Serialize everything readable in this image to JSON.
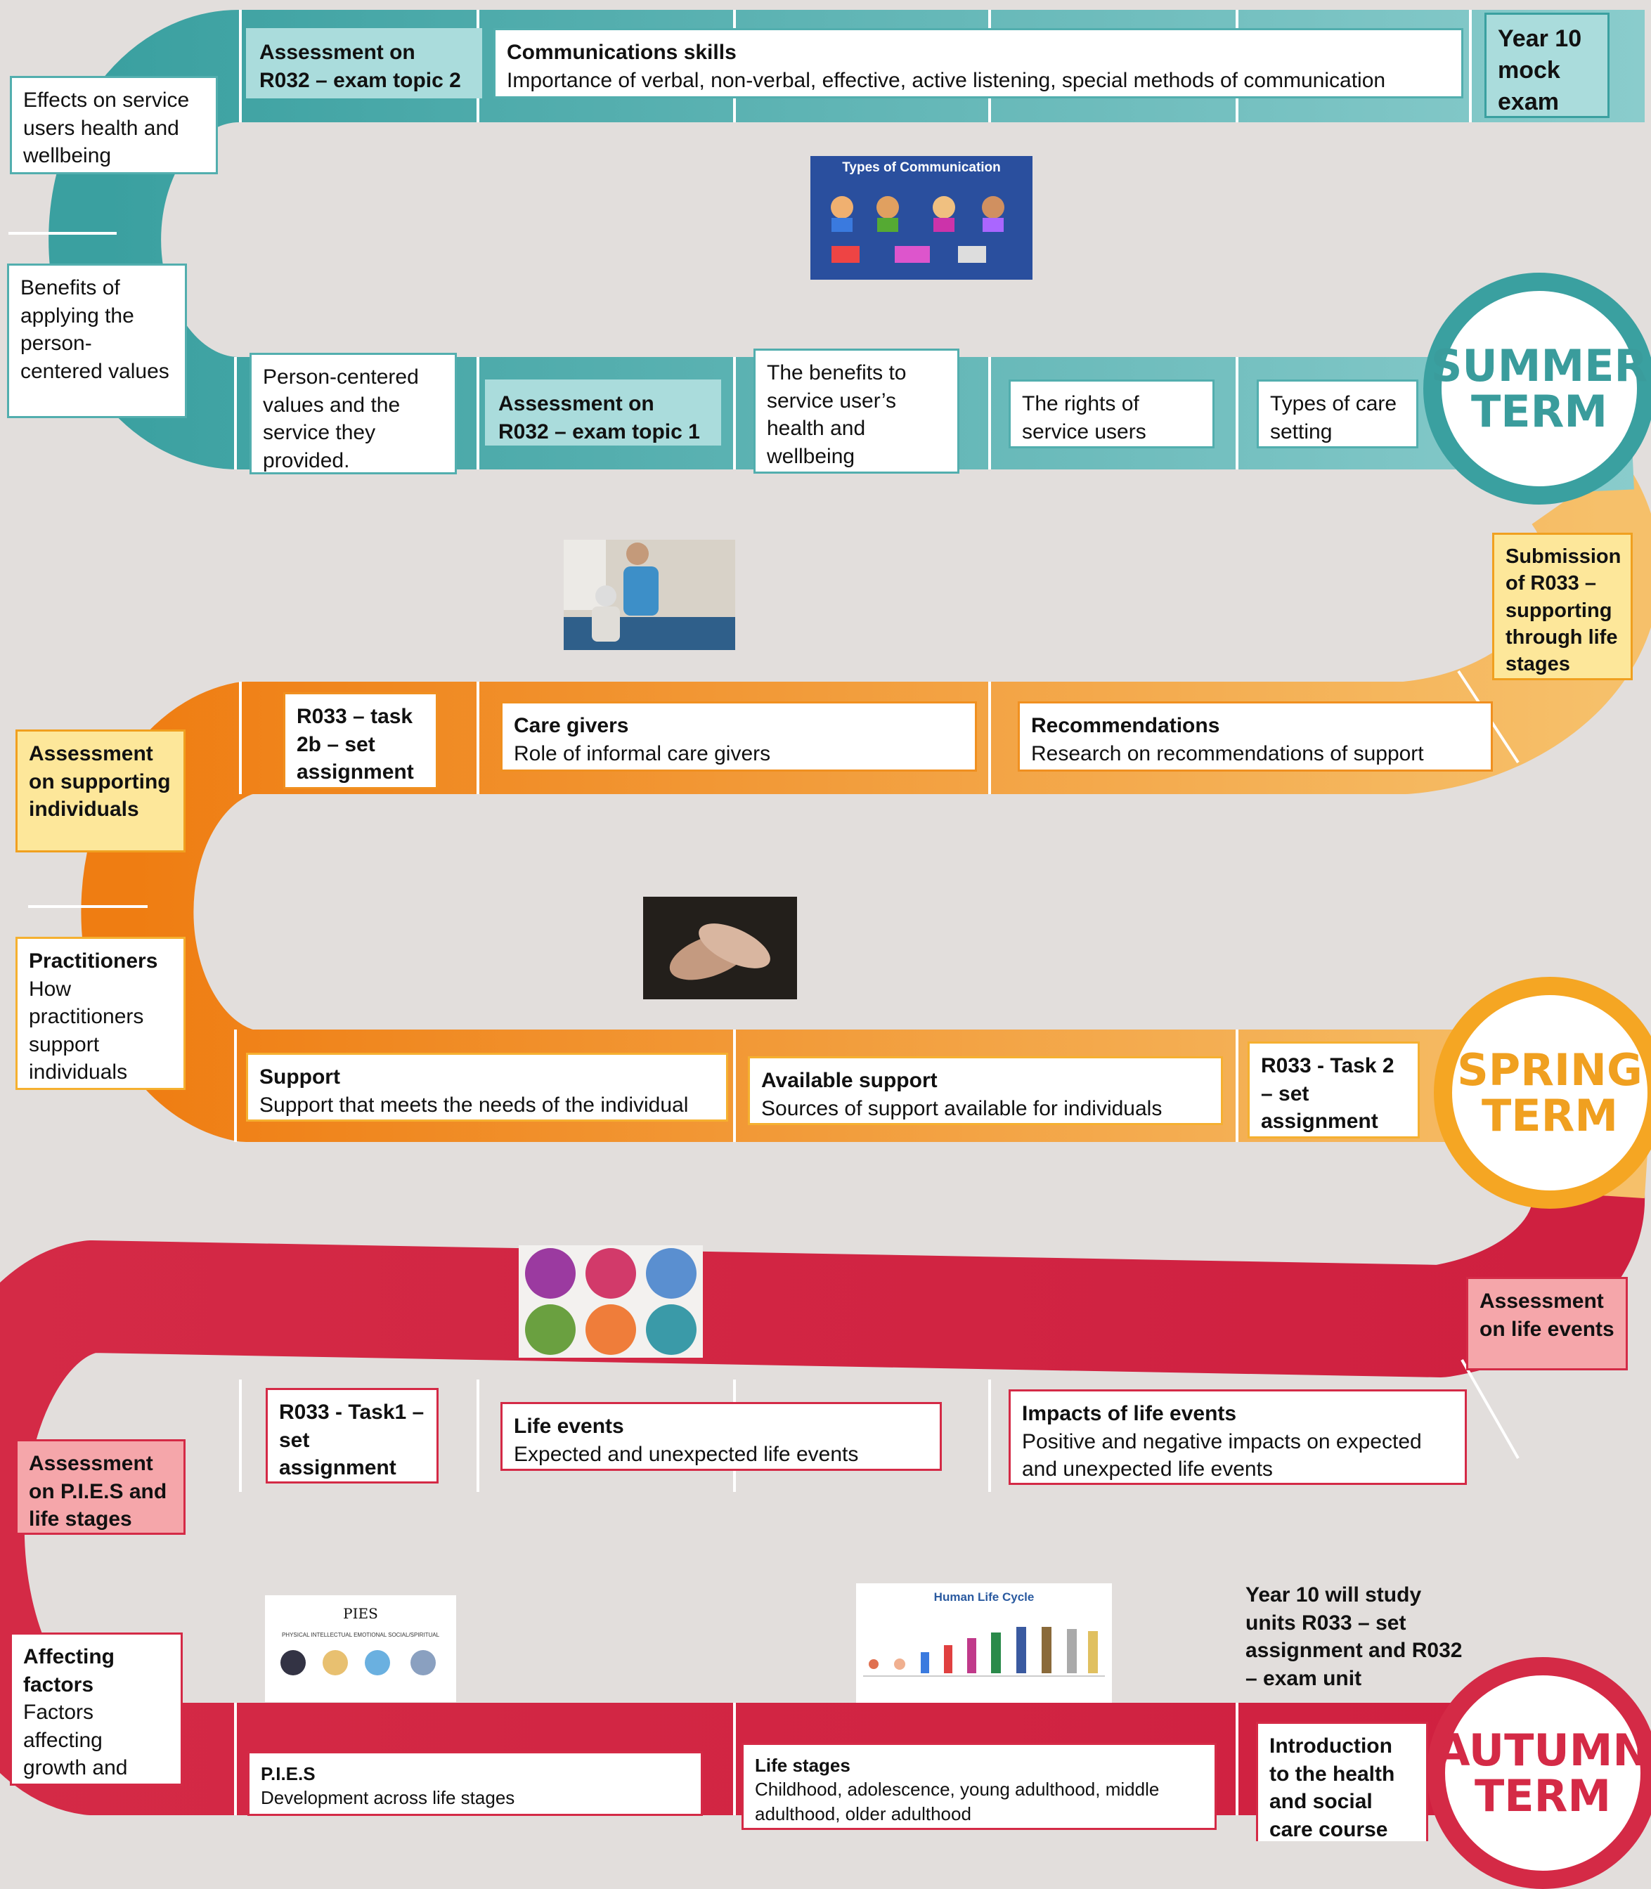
{
  "terms": {
    "summer": {
      "line1": "SUMMER",
      "line2": "TERM",
      "color": "#3a9c9c",
      "ring": "#3aa0a0"
    },
    "spring": {
      "line1": "SPRING",
      "line2": "TERM",
      "color": "#f0a020",
      "ring": "#f5a623"
    },
    "autumn": {
      "line1": "AUTUMN",
      "line2": "TERM",
      "color": "#d42a46",
      "ring": "#d42a46"
    }
  },
  "colors": {
    "teal": "#52aeae",
    "orange": "#f08a1e",
    "red": "#d42a46",
    "background": "#e2dedc"
  },
  "summer_boxes": {
    "effects_wellbeing": "Effects on service users health and wellbeing",
    "assessment_topic2": "Assessment on R032 – exam topic 2",
    "comm_title": "Communications skills",
    "comm_body": "Importance of verbal, non-verbal, effective, active listening, special methods of communication",
    "mock_exam": "Year 10 mock exam",
    "benefits_values": "Benefits of applying the person-centered values",
    "person_centered": "Person-centered values and the   service they provided.",
    "assessment_topic1": "Assessment on R032 – exam topic 1",
    "benefits_service": "The benefits to service user’s health and wellbeing",
    "rights": "The rights of service users",
    "care_setting": "Types of care setting"
  },
  "spring_boxes": {
    "submission": "Submission of R033 – supporting through life stages",
    "task2b": "R033 – task 2b – set assignment",
    "caregivers_title": "Care givers",
    "caregivers_body": "Role of informal care givers",
    "recommend_title": "Recommendations",
    "recommend_body": "Research on recommendations of support",
    "assessment_supporting": "Assessment on supporting individuals",
    "practitioners_title": "Practitioners",
    "practitioners_body": "How practitioners support individuals",
    "support_title": "Support",
    "support_body": "Support that meets the needs of the individual",
    "available_title": "Available support",
    "available_body": "Sources of support available for individuals",
    "task2": "R033 - Task 2 – set assignment"
  },
  "autumn_boxes": {
    "assessment_life_events": "Assessment on life events",
    "task1": "R033 - Task1 – set assignment",
    "life_events_title": "Life events",
    "life_events_body": "Expected and unexpected life events",
    "impacts_title": "Impacts of life events",
    "impacts_body": "Positive and negative impacts on expected and unexpected life events",
    "assessment_pies": "Assessment on P.I.E.S and life stages",
    "affecting_title": "Affecting factors",
    "affecting_body": "Factors affecting growth and development",
    "pies_title": "P.I.E.S",
    "pies_body": "Development across life stages",
    "life_stages_title": "Life stages",
    "life_stages_body": "Childhood, adolescence, young adulthood, middle adulthood, older adulthood",
    "intro": "Introduction to the health and social care course",
    "year10_note": "Year 10 will study units R033 – set assignment and R032 – exam unit"
  },
  "images": {
    "comm_title": "Types of Communication",
    "pies_title": "PIES",
    "pies_sub": "PHYSICAL  INTELLECTUAL  EMOTIONAL  SOCIAL/SPIRITUAL",
    "lifecycle_title": "Human Life Cycle"
  }
}
